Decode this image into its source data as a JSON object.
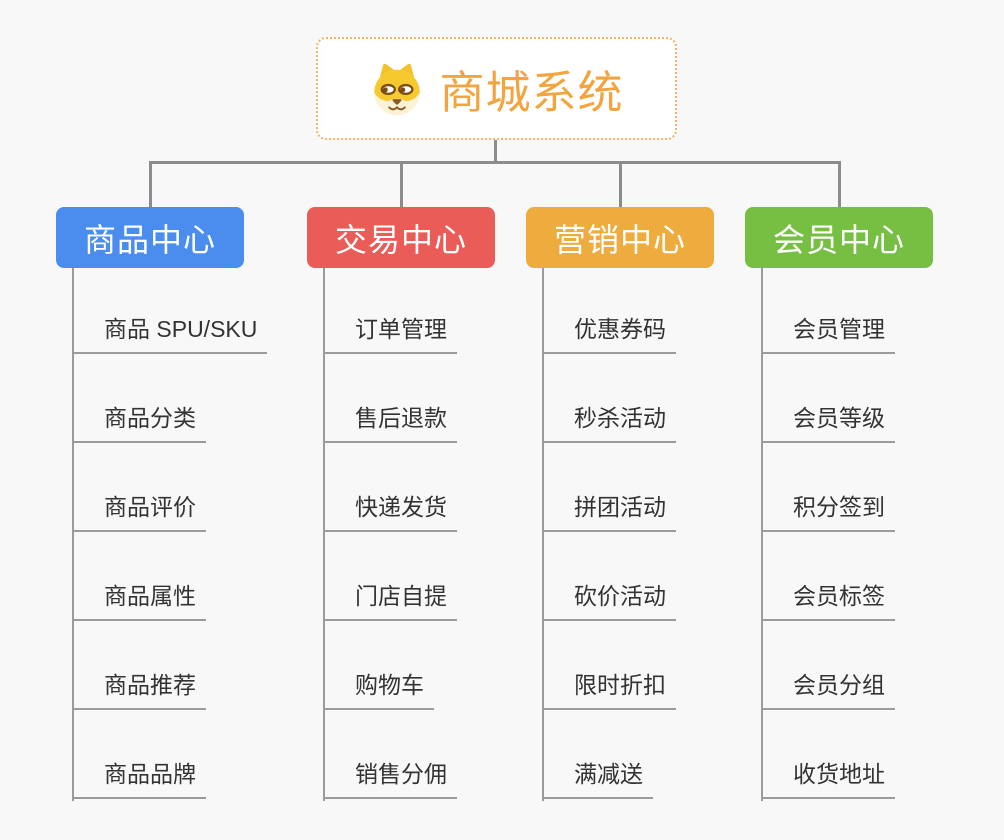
{
  "canvas": {
    "background": "#F8F8F8",
    "connector_color": "#8C8C8C",
    "branch_line_color": "#9B9B9B",
    "leaf_text_color": "#333333"
  },
  "root": {
    "title": "商城系统",
    "icon": "dog-face-icon",
    "text_color": "#F2A53F",
    "border_color": "#F3B266"
  },
  "branches": [
    {
      "id": "product-center",
      "label": "商品中心",
      "color": "#4A8DEE",
      "children": [
        "商品 SPU/SKU",
        "商品分类",
        "商品评价",
        "商品属性",
        "商品推荐",
        "商品品牌"
      ]
    },
    {
      "id": "trade-center",
      "label": "交易中心",
      "color": "#E95C57",
      "children": [
        "订单管理",
        "售后退款",
        "快递发货",
        "门店自提",
        "购物车",
        "销售分佣"
      ]
    },
    {
      "id": "marketing-center",
      "label": "营销中心",
      "color": "#EEAC3E",
      "children": [
        "优惠券码",
        "秒杀活动",
        "拼团活动",
        "砍价活动",
        "限时折扣",
        "满减送"
      ]
    },
    {
      "id": "member-center",
      "label": "会员中心",
      "color": "#76BF43",
      "children": [
        "会员管理",
        "会员等级",
        "积分签到",
        "会员标签",
        "会员分组",
        "收货地址"
      ]
    }
  ]
}
